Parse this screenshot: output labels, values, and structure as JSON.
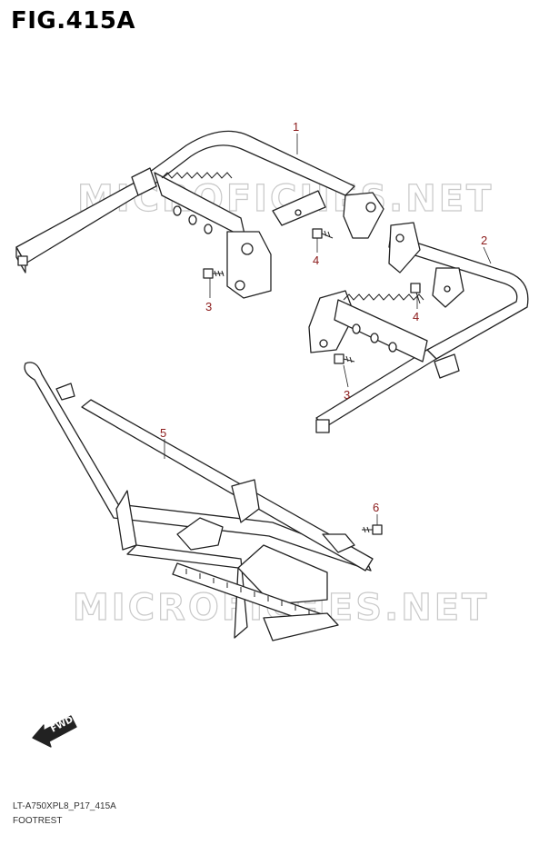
{
  "figure": {
    "title": "FIG.415A",
    "code": "LT-A750XPL8_P17_415A",
    "name": "FOOTREST"
  },
  "watermark": "MICROFICHES.NET",
  "fwd_label": "FWD",
  "callouts": [
    {
      "id": "1",
      "label": "1"
    },
    {
      "id": "2",
      "label": "2"
    },
    {
      "id": "3a",
      "label": "3"
    },
    {
      "id": "3b",
      "label": "3"
    },
    {
      "id": "4a",
      "label": "4"
    },
    {
      "id": "4b",
      "label": "4"
    },
    {
      "id": "5",
      "label": "5"
    },
    {
      "id": "6",
      "label": "6"
    }
  ],
  "colors": {
    "callout": "#8b1a1a",
    "line": "#222222",
    "watermark": "#c8c8c8"
  }
}
